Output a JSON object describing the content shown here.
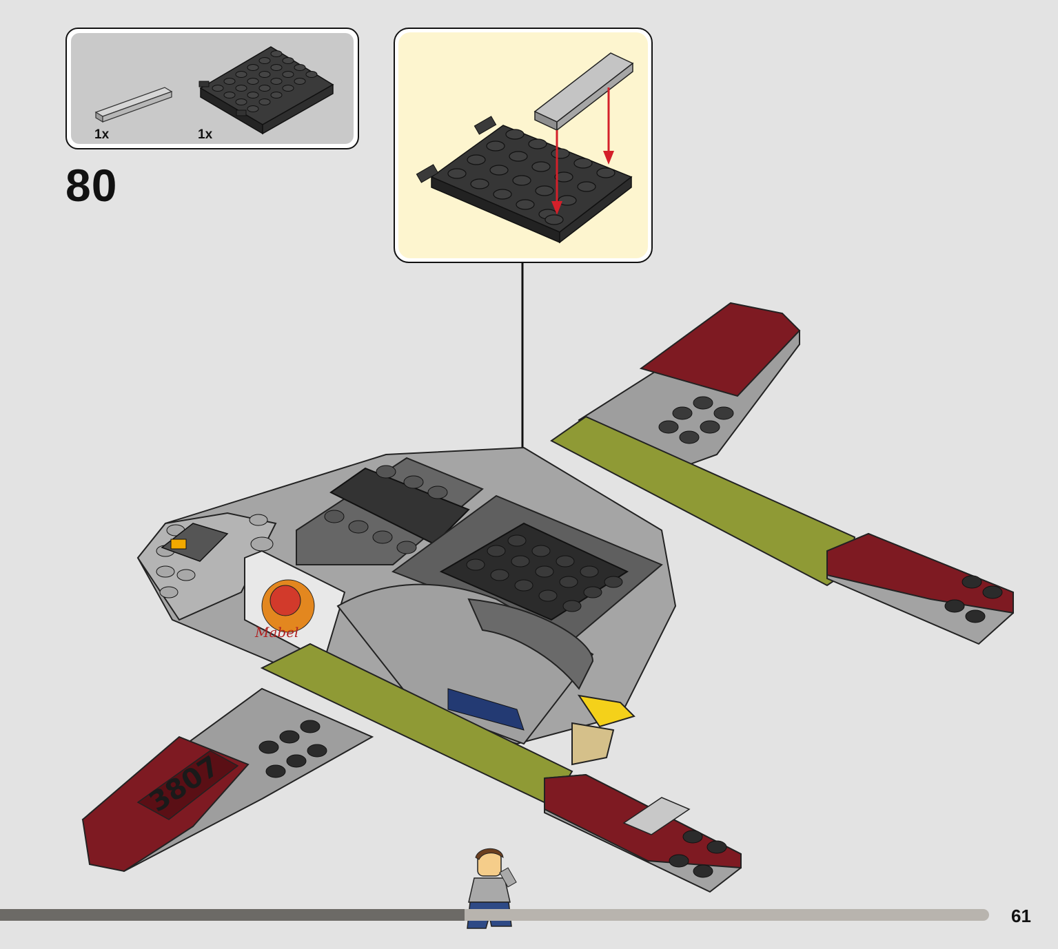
{
  "parts_list": {
    "items": [
      {
        "quantity": "1x",
        "part_icon": "gray-tile-1x4-icon"
      },
      {
        "quantity": "1x",
        "part_icon": "black-plate-4x6-icon"
      }
    ]
  },
  "step": {
    "number": "80"
  },
  "callout": {
    "arrow_color": "#d4202a"
  },
  "model": {
    "sticker_text": "3807",
    "decal_script": "Mabel"
  },
  "page": {
    "number": "61",
    "progress_percent": 47
  },
  "colors": {
    "background": "#e3e3e3",
    "parts_panel": "#c9c9c9",
    "callout_bg": "#fdf5cf",
    "dark_red": "#7e1a22",
    "olive": "#8f9a35",
    "light_gray": "#a5a5a5",
    "dark_gray": "#5f5f5f",
    "black_brick": "#2b2b2b"
  }
}
